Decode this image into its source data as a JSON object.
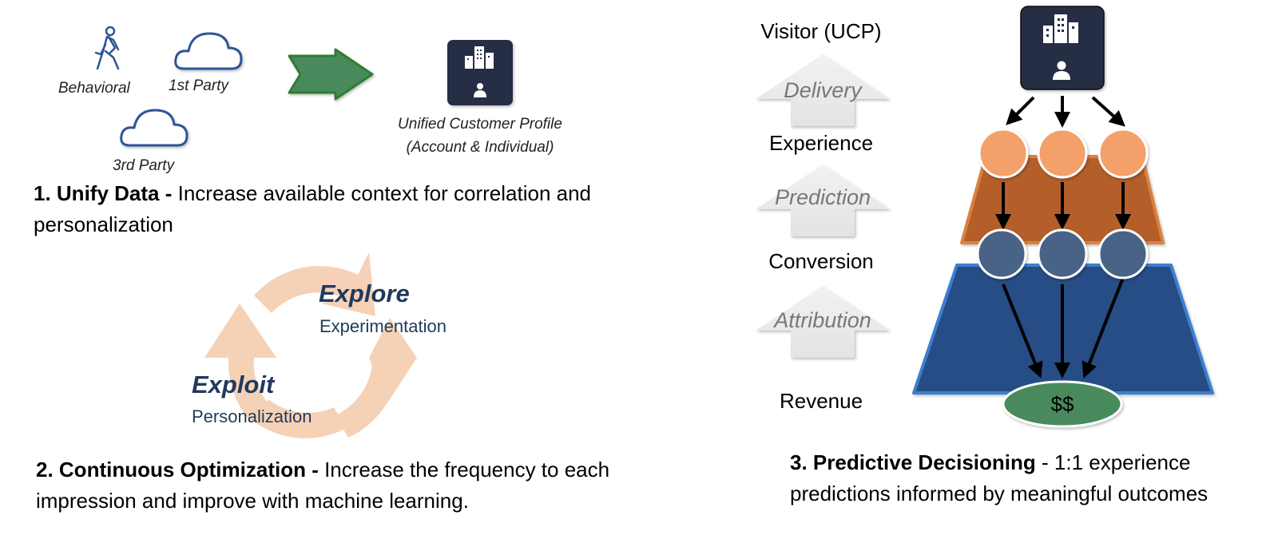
{
  "section1": {
    "sources": {
      "behavioral": "Behavioral",
      "first_party": "1st Party",
      "third_party": "3rd Party"
    },
    "profile_label_line1": "Unified Customer Profile",
    "profile_label_line2": "(Account & Individual)",
    "heading_bold": "1. Unify Data -",
    "heading_text": " Increase available context for correlation and personalization"
  },
  "section2": {
    "explore_title": "Explore",
    "explore_sub": "Experimentation",
    "exploit_title": "Exploit",
    "exploit_sub": "Personalization",
    "heading_bold": "2. Continuous Optimization -",
    "heading_text": " Increase the frequency to each impression and improve with machine learning."
  },
  "section3": {
    "stages": [
      "Visitor (UCP)",
      "Experience",
      "Conversion",
      "Revenue"
    ],
    "arrows": [
      "Delivery",
      "Prediction",
      "Attribution"
    ],
    "outcome_label": "$$",
    "heading_bold": "3. Predictive Decisioning",
    "heading_text": " - 1:1 experience predictions informed by meaningful outcomes"
  },
  "colors": {
    "profile_box": "#262d44",
    "cloud_stroke": "#2f5597",
    "green_arrow": "#4a8a5c",
    "cycle": "#f4c9aa",
    "orange_node": "#f3a06b",
    "orange_band": "#b45f2a",
    "blue_node": "#4a6387",
    "blue_band": "#254d85",
    "outcome": "#4a8a5c",
    "text_navy": "#1f3a5c"
  },
  "icons": [
    "walking-person-icon",
    "cloud-icon",
    "building-icon",
    "person-icon",
    "right-arrow-icon",
    "cycle-arrows-icon",
    "up-arrow-icon"
  ]
}
